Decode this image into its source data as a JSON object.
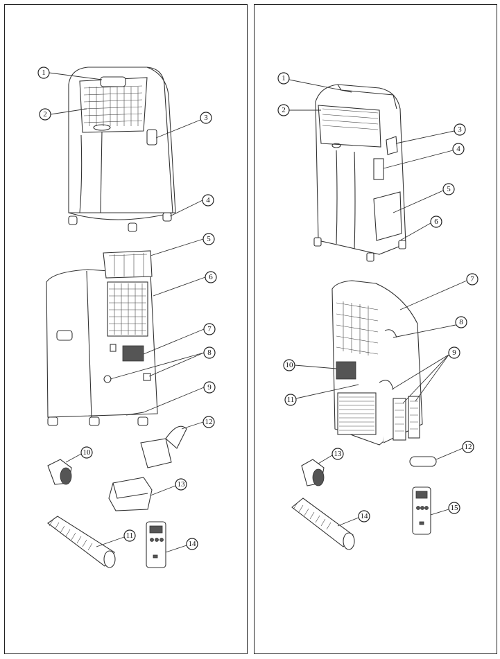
{
  "left_panel": {
    "callouts": [
      "1",
      "2",
      "3",
      "4",
      "5",
      "6",
      "7",
      "8",
      "9",
      "10",
      "11",
      "12",
      "13",
      "14"
    ]
  },
  "right_panel": {
    "callouts": [
      "1",
      "2",
      "3",
      "4",
      "5",
      "6",
      "7",
      "8",
      "9",
      "10",
      "11",
      "12",
      "13",
      "14",
      "15"
    ]
  }
}
